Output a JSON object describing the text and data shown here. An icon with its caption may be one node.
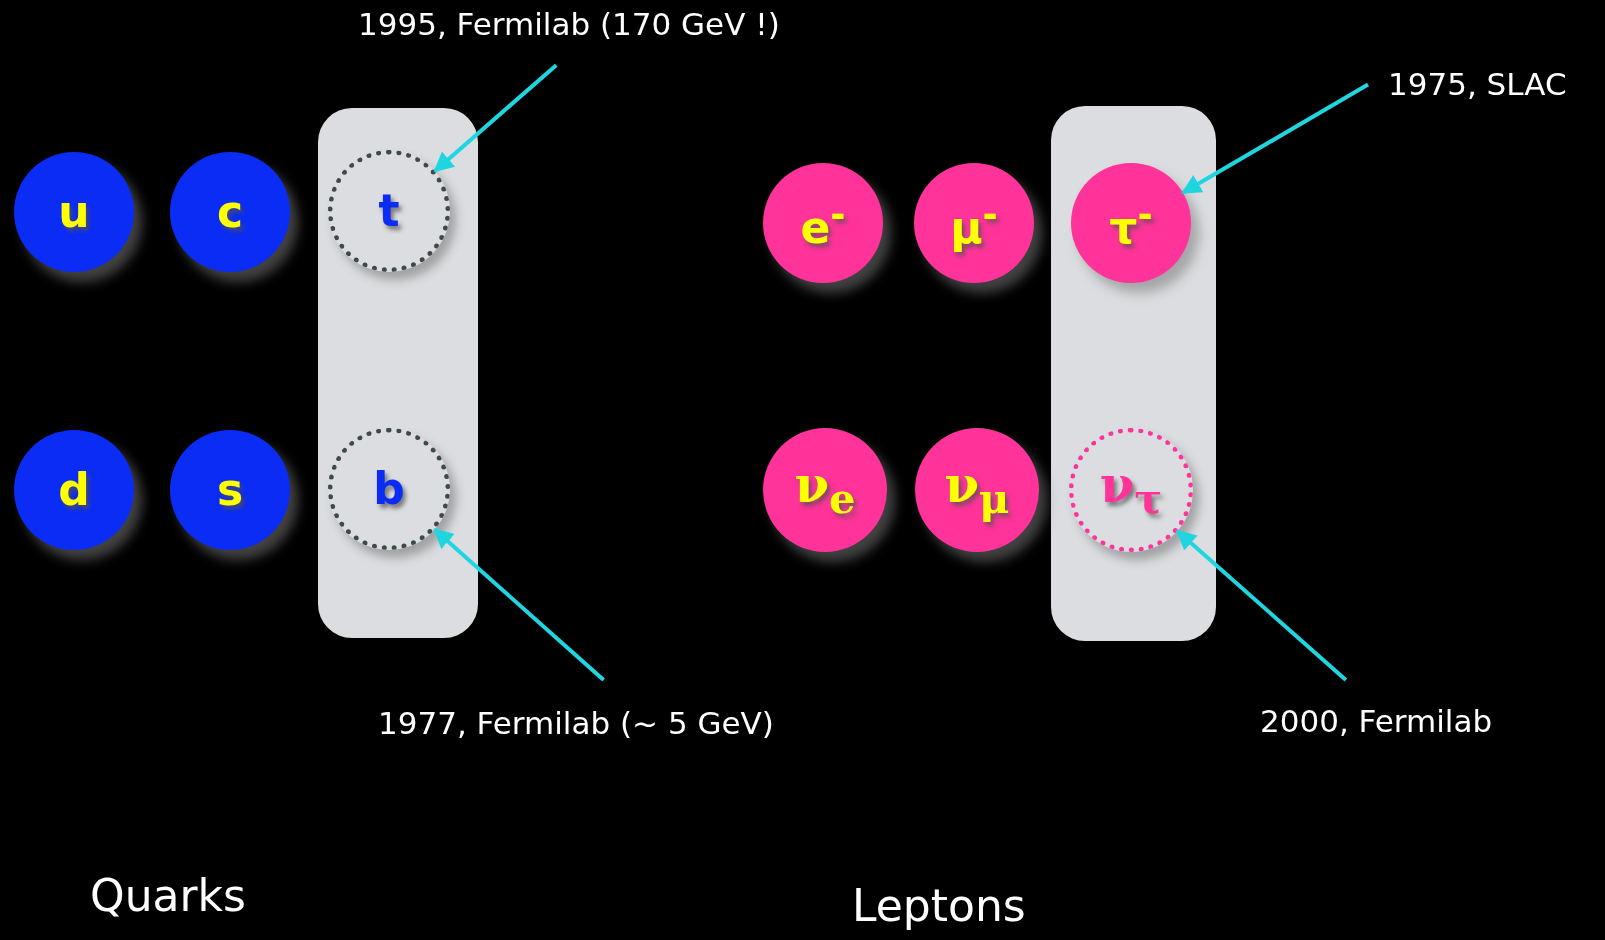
{
  "diagram": {
    "nodes": [
      {
        "text": [
          "u"
        ]
      },
      {
        "text": [
          "c"
        ]
      },
      {
        "text": [],
        "shape": "box"
      },
      {
        "text": [
          "t"
        ],
        "in": 2
      },
      {
        "text": [
          "b"
        ],
        "in": 2
      },
      {
        "text": [
          "d"
        ]
      },
      {
        "text": [
          "s"
        ]
      },
      {
        "text": [
          "e$^{-}$"
        ]
      },
      {
        "text": [
          "μ$^{-}$"
        ]
      },
      {
        "text": [],
        "shape": "box"
      },
      {
        "text": [
          "τ$^{-}$"
        ],
        "in": 9
      },
      {
        "text": [
          "ν$_{τ}$"
        ],
        "in": 9
      },
      {
        "text": [
          "ν$_{e}$"
        ]
      },
      {
        "text": [
          "ν$_{μ}$"
        ]
      },
      {
        "text": [
          "1995, Fermilab (170 GeV !)"
        ]
      },
      {
        "text": [
          "1977, Fermilab (~ 5 GeV)"
        ]
      },
      {
        "text": [
          "1975, SLAC"
        ]
      },
      {
        "text": [
          "2000, Fermilab"
        ]
      }
    ],
    "edges": [
      {
        "from": 14,
        "to": 3,
        "arrow": "to"
      },
      {
        "from": 15,
        "to": 4,
        "arrow": "to"
      },
      {
        "from": 16,
        "to": 10,
        "arrow": "to"
      },
      {
        "from": 17,
        "to": 11,
        "arrow": "to"
      }
    ],
    "labels": [
      "Quarks",
      "Leptons"
    ]
  }
}
